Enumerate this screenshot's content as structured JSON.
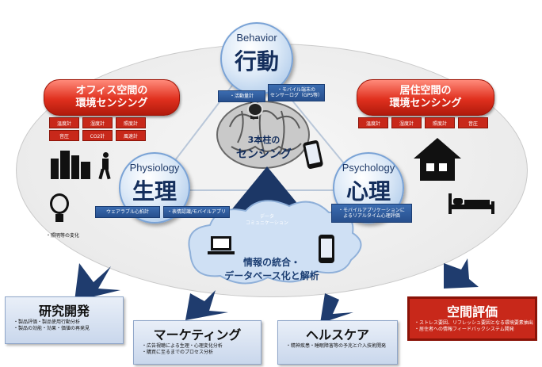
{
  "circles": {
    "behavior": {
      "en": "Behavior",
      "jp": "行動"
    },
    "physiology": {
      "en": "Physiology",
      "jp": "生理"
    },
    "psychology": {
      "en": "Psychology",
      "jp": "心理"
    }
  },
  "center": {
    "line1": "3本柱の",
    "line2": "センシング"
  },
  "behavior_bars": [
    "・活動量計",
    "・モバイル端末の\nセンサーログ（GPS等）"
  ],
  "physiology_bars": [
    "ウェアラブル心拍計",
    "・表情認識/モバイルアプリ"
  ],
  "psychology_bar": "・モバイルアプリケーションに\nよるリアルタイム心理評価",
  "data_comm": "データ\nコミュニケーション",
  "office": {
    "title_line1": "オフィス空間の",
    "title_line2": "環境センシング",
    "sensors": [
      "温度計",
      "湿度計",
      "照度計",
      "音圧",
      "CO2計",
      "風速計"
    ],
    "note": "・照明等の変化"
  },
  "home": {
    "title_line1": "居住空間の",
    "title_line2": "環境センシング",
    "sensors": [
      "温度計",
      "湿度計",
      "照度計",
      "音圧"
    ]
  },
  "cloud": {
    "line1": "情報の統合・",
    "line2": "データベース化と解析"
  },
  "outputs": {
    "research": {
      "title": "研究開発",
      "desc": [
        "・製品評価・製品使用行動分析",
        "・製品の効能・効果・価値の再発見"
      ]
    },
    "marketing": {
      "title": "マーケティング",
      "desc": [
        "・広告視聴による生理・心理変化分析",
        "・購買に至るまでのプロセス分析"
      ]
    },
    "healthcare": {
      "title": "ヘルスケア",
      "desc": [
        "・精神疾患・睡眠障害等の予兆と介入技術開発"
      ]
    },
    "space": {
      "title": "空間評価",
      "desc": [
        "・ストレス要因、リフレッシュ要因となる環境要素抽出",
        "・居住者への情報フィードバックシステム開発"
      ]
    }
  },
  "colors": {
    "accent_blue": "#274f8d",
    "accent_red": "#c8281a",
    "ellipse_bg": "#ececec"
  }
}
